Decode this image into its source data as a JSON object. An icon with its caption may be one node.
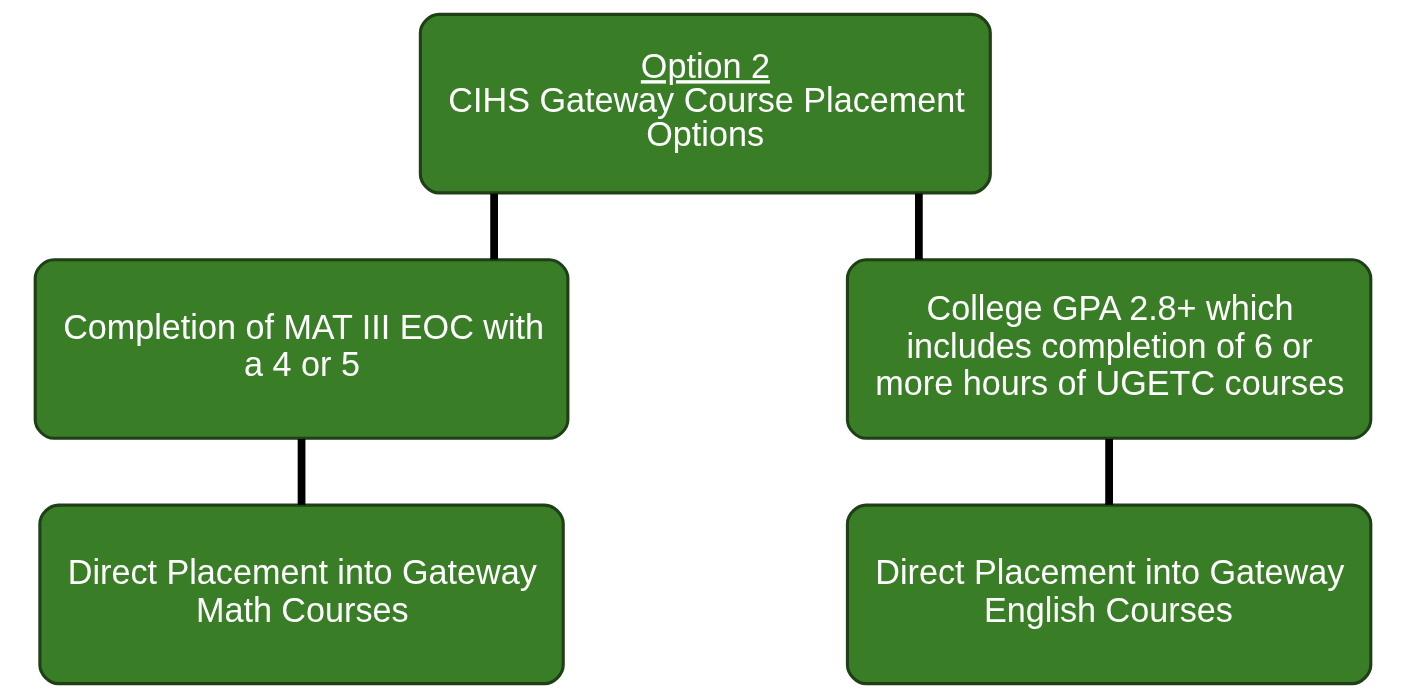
{
  "diagram": {
    "nodes": [
      {
        "text": [
          "Option 2",
          "CIHS Gateway Course Placement Options"
        ]
      },
      {
        "text": [
          "Completion of MAT III EOC with a 4 or 5"
        ]
      },
      {
        "text": [
          "College GPA 2.8+ which includes completion of 6 or more hours of UGETC courses"
        ]
      },
      {
        "text": [
          "Direct Placement into Gateway  Math Courses"
        ]
      },
      {
        "text": [
          "Direct Placement into Gateway  English Courses"
        ]
      }
    ],
    "edges": [
      {
        "from": 0,
        "to": 1,
        "arrow": "none"
      },
      {
        "from": 0,
        "to": 2,
        "arrow": "none"
      },
      {
        "from": 1,
        "to": 3,
        "arrow": "none"
      },
      {
        "from": 2,
        "to": 4,
        "arrow": "none"
      }
    ]
  }
}
